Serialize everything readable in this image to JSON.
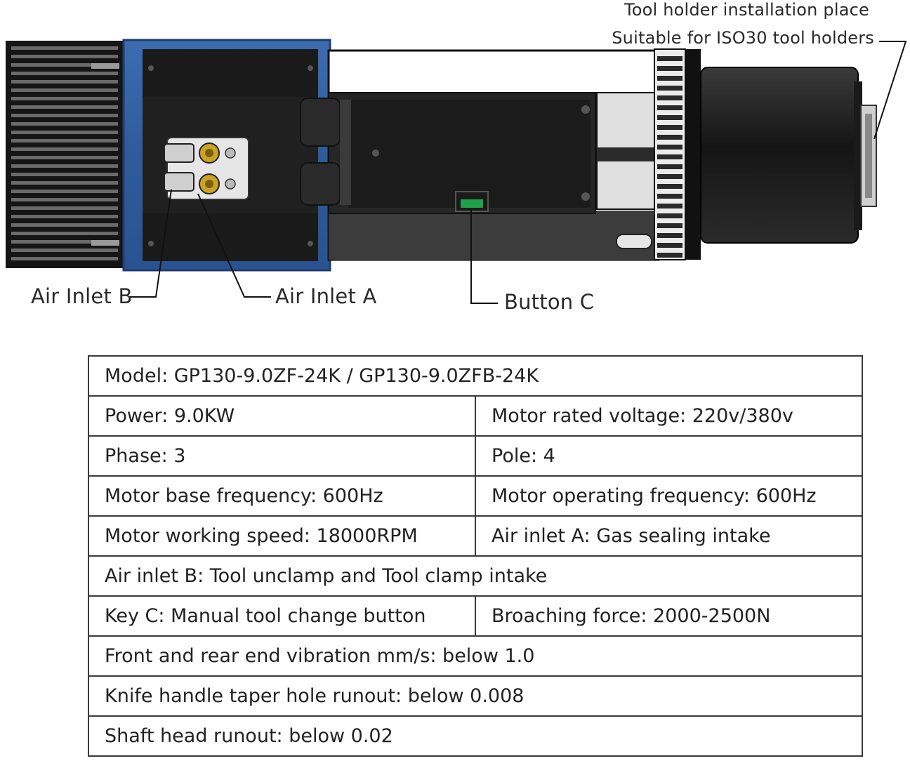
{
  "callouts": {
    "tool_holder_place": "Tool holder installation place",
    "iso30": "Suitable for ISO30 tool holders",
    "air_inlet_b": "Air Inlet B",
    "air_inlet_a": "Air Inlet A",
    "button_c": "Button C"
  },
  "colors": {
    "blue_housing": "#2f5b9a",
    "blue_dark": "#1f3d6b",
    "body_dark": "#1c1c1c",
    "body_mid": "#4a4a4a",
    "metal_light": "#d8d8d8",
    "connector_gold": "#c9a227",
    "button_green": "#1fa14a"
  },
  "spec_table": {
    "model": "Model: GP130-9.0ZF-24K / GP130-9.0ZFB-24K",
    "power": "Power:  9.0KW",
    "voltage": "Motor rated voltage:  220v/380v",
    "phase": "Phase:  3",
    "pole": "Pole:  4",
    "base_freq": "Motor base frequency: 600Hz",
    "op_freq": "Motor operating frequency: 600Hz",
    "speed": "Motor working speed: 18000RPM",
    "inlet_a": "Air inlet A:  Gas sealing intake",
    "inlet_b": "Air inlet B:  Tool unclamp and Tool clamp intake",
    "key_c": "Key C: Manual tool change button",
    "broaching": "Broaching force: 2000-2500N",
    "vibration": "Front and rear end vibration mm/s: below 1.0",
    "taper_runout": "Knife handle taper hole runout: below 0.008",
    "shaft_runout": "Shaft head runout: below 0.02"
  }
}
